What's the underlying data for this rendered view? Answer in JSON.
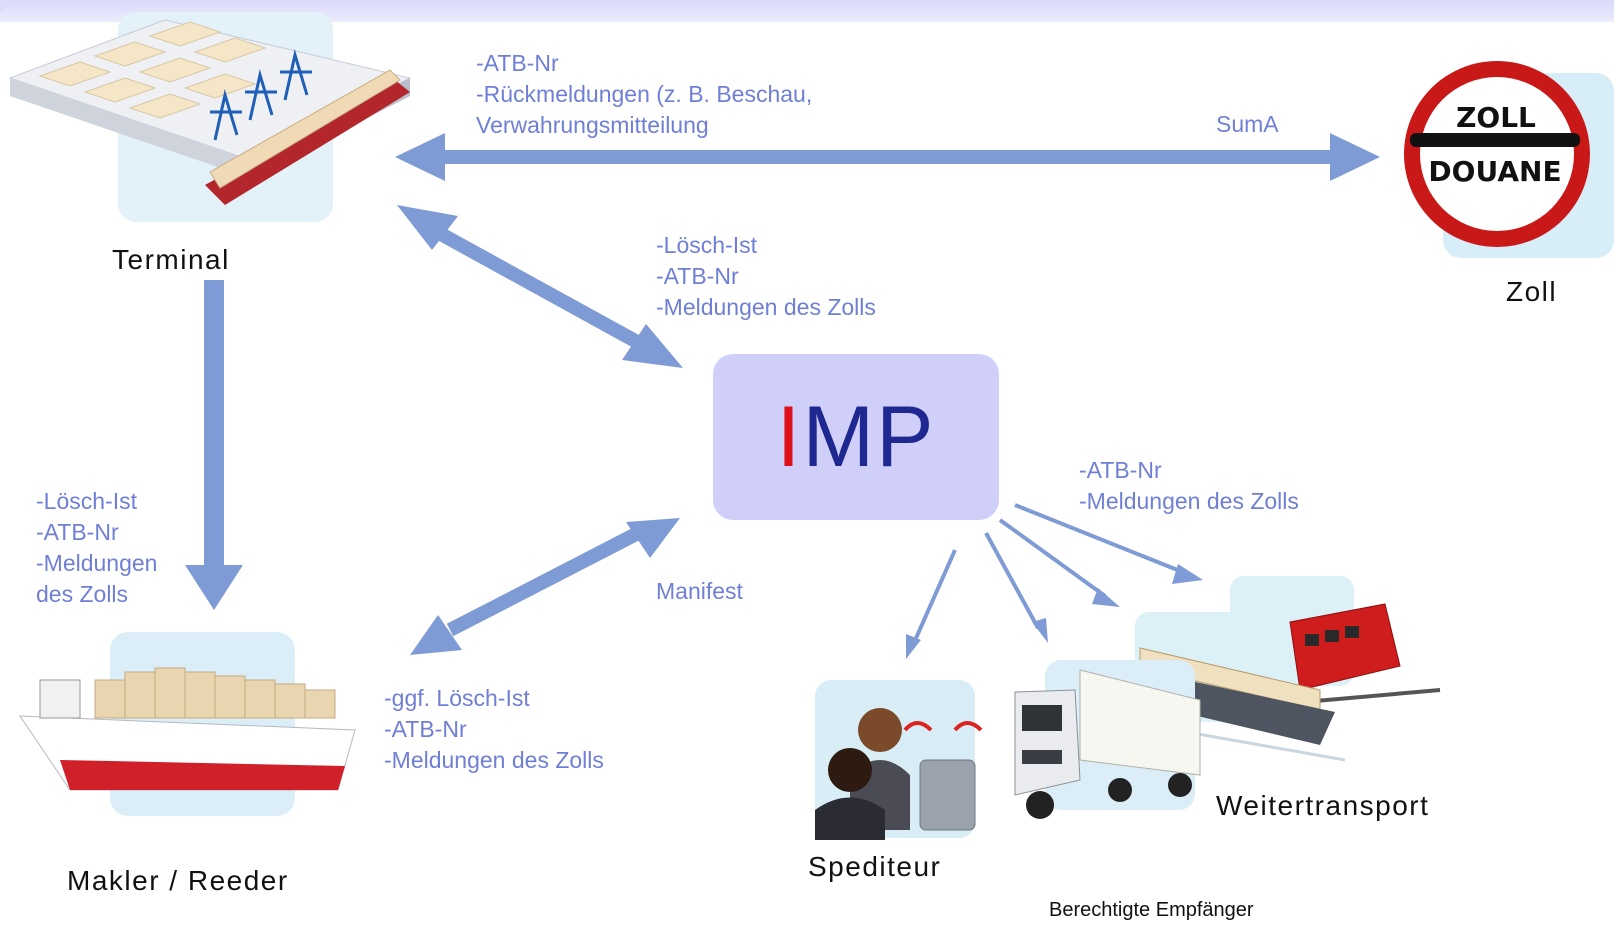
{
  "colors": {
    "arrow": "#7f9bd5",
    "label": "#6f7fd6",
    "imp_bg": "#cfcff9",
    "imp_text": "#1f2891",
    "imp_accent": "#e0101a"
  },
  "nodes": {
    "terminal": "Terminal",
    "zoll": "Zoll",
    "makler": "Makler / Reeder",
    "spediteur": "Spediteur",
    "weitertransport": "Weitertransport",
    "berechtigte": "Berechtigte Empfänger"
  },
  "imp": {
    "first": "I",
    "rest": "MP"
  },
  "sign": {
    "top": "ZOLL",
    "bottom": "DOUANE"
  },
  "labels": {
    "terminal_zoll": [
      "-ATB-Nr",
      "-Rückmeldungen (z. B. Beschau,",
      "Verwahrungsmitteilung"
    ],
    "suma": "SumA",
    "terminal_imp": [
      "-Lösch-Ist",
      "-ATB-Nr",
      "-Meldungen des Zolls"
    ],
    "terminal_makler": [
      "-Lösch-Ist",
      "-ATB-Nr",
      "-Meldungen",
      "des Zolls"
    ],
    "imp_transport": [
      "-ATB-Nr",
      "-Meldungen des Zolls"
    ],
    "manifest": "Manifest",
    "makler_imp": [
      "-ggf. Lösch-Ist",
      "-ATB-Nr",
      "-Meldungen des Zolls"
    ]
  },
  "icons": [
    "terminal-icon",
    "customs-sign-icon",
    "ship-icon",
    "forwarder-icon",
    "truck-icon",
    "barge-icon",
    "train-icon"
  ]
}
